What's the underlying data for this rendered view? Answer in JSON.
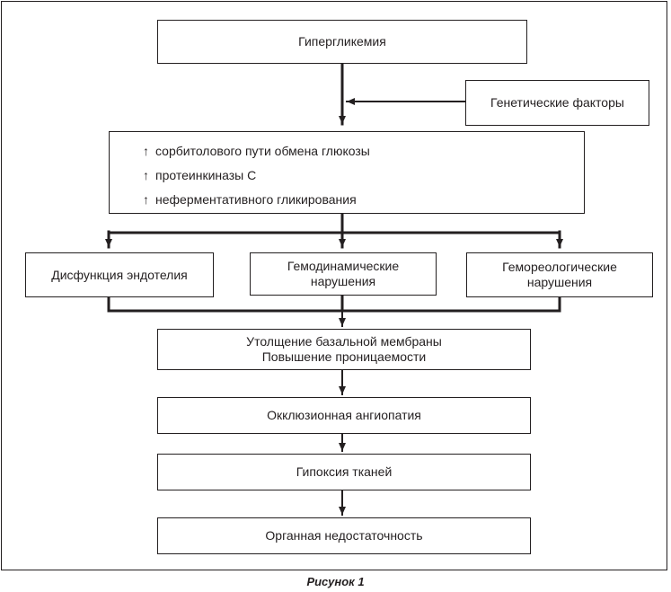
{
  "nodes": {
    "hyperglycemia": "Гипергликемия",
    "genetic": "Генетические факторы",
    "factors": [
      {
        "arrow": "↑",
        "text": "сорбитолового пути обмена глюкозы"
      },
      {
        "arrow": "↑",
        "text": "протеинкиназы С"
      },
      {
        "arrow": "↑",
        "text": "неферментативного гликирования"
      }
    ],
    "endothelium": "Дисфункция эндотелия",
    "hemodynamic": "Гемодинамические\nнарушения",
    "hemorheologic": "Гемореологические\nнарушения",
    "membrane": "Утолщение базальной мембраны\nПовышение проницаемости",
    "angiopathy": "Окклюзионная ангиопатия",
    "hypoxia": "Гипоксия тканей",
    "failure": "Органная недостаточность"
  },
  "caption": "Рисунок 1",
  "colors": {
    "line": "#231f20",
    "background": "#ffffff"
  }
}
